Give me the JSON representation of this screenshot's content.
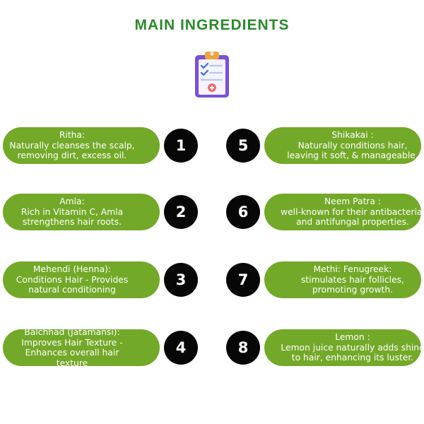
{
  "title": "MAIN INGREDIENTS",
  "colors": {
    "title": "#2a8a2a",
    "pill": "#73a928",
    "badge": "#070707",
    "clipboard": "#7a4fd8"
  },
  "icon": "clipboard-checklist-icon",
  "left_items": [
    {
      "number": "1",
      "lines": [
        "Ritha:",
        "Naturally cleanses the scalp,",
        "removing dirt, excess oil."
      ]
    },
    {
      "number": "2",
      "lines": [
        "Amla:",
        "Rich in Vitamin C, Amla",
        "strengthens hair roots."
      ]
    },
    {
      "number": "3",
      "lines": [
        "Mehendi (Henna):",
        "Conditions Hair - Provides",
        "natural conditioning"
      ]
    },
    {
      "number": "4",
      "lines": [
        "Balchhad (Jatamansi):",
        "Improves Hair Texture -",
        "Enhances overall hair texture"
      ]
    }
  ],
  "right_items": [
    {
      "number": "5",
      "lines": [
        "Shikakai :",
        "Naturally conditions hair,",
        "leaving it soft, & manageable."
      ]
    },
    {
      "number": "6",
      "lines": [
        "Neem Patra :",
        "well-known for their antibacterial",
        "and antifungal properties."
      ]
    },
    {
      "number": "7",
      "lines": [
        "Methi: Fenugreek:",
        "stimulates hair follicles,",
        "promoting growth."
      ]
    },
    {
      "number": "8",
      "lines": [
        "Lemon :",
        "Lemon juice naturally adds shine",
        "to hair, enhancing its luster."
      ]
    }
  ]
}
